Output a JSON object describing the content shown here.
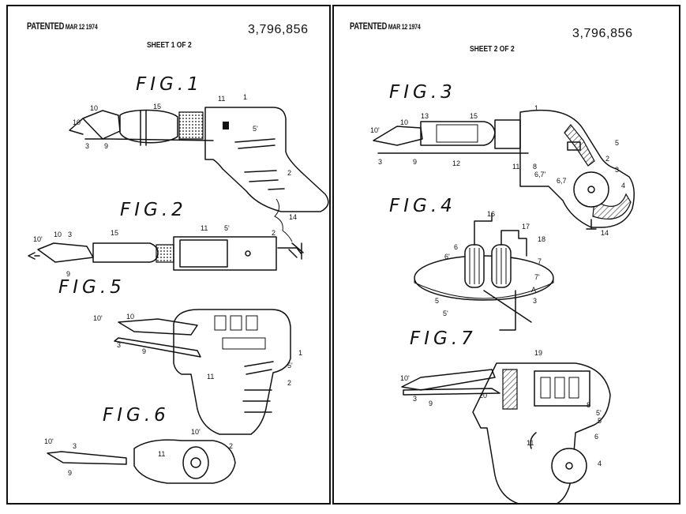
{
  "sheet1": {
    "patented": "PATENTED",
    "patent_date": "MAR 12 1974",
    "patent_number": "3,796,856",
    "sheet_label": "SHEET 1 OF 2",
    "fig1": "FIG.1",
    "fig2": "FIG.2",
    "fig5": "FIG.5",
    "fig6": "FIG.6"
  },
  "sheet2": {
    "patented": "PATENTED",
    "patent_date": "MAR 12 1974",
    "patent_number": "3,796,856",
    "sheet_label": "SHEET 2 OF 2",
    "fig3": "FIG.3",
    "fig4": "FIG.4",
    "fig7": "FIG.7"
  },
  "ref_numerals": {
    "fig1": [
      "10'",
      "10",
      "15",
      "11",
      "1",
      "5'",
      "3",
      "9",
      "2",
      "14"
    ],
    "fig2": [
      "10'",
      "10",
      "3",
      "15",
      "11",
      "5'",
      "2",
      "9"
    ],
    "fig5": [
      "10'",
      "10",
      "3",
      "9",
      "1",
      "5'",
      "11",
      "2"
    ],
    "fig6": [
      "10'",
      "3",
      "9",
      "10'",
      "11",
      "2"
    ],
    "fig3": [
      "10'",
      "10",
      "13",
      "15",
      "1",
      "3",
      "9",
      "12",
      "11",
      "8",
      "6,7'",
      "6,7",
      "5",
      "2",
      "3",
      "4",
      "14"
    ],
    "fig4": [
      "16",
      "17",
      "18",
      "6",
      "6'",
      "7",
      "7'",
      "A",
      "3",
      "5",
      "5'"
    ],
    "fig7": [
      "10'",
      "19",
      "3",
      "9",
      "20",
      "8",
      "5'",
      "5",
      "6",
      "11",
      "4"
    ]
  }
}
